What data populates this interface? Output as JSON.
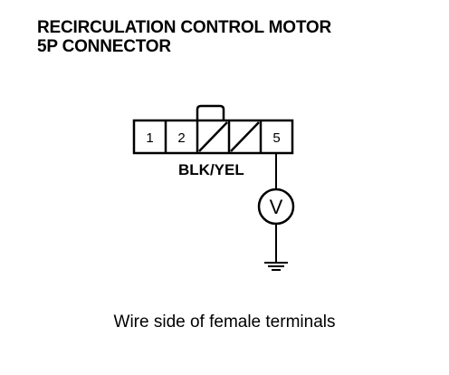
{
  "title": {
    "line1": "RECIRCULATION CONTROL MOTOR",
    "line2": "5P CONNECTOR"
  },
  "connector": {
    "pins": [
      {
        "label": "1",
        "blank": false
      },
      {
        "label": "2",
        "blank": false
      },
      {
        "label": "",
        "blank": true
      },
      {
        "label": "",
        "blank": true
      },
      {
        "label": "5",
        "blank": false
      }
    ]
  },
  "wire": {
    "color_label": "BLK/YEL"
  },
  "meter": {
    "symbol": "V"
  },
  "caption": "Wire side of female terminals"
}
